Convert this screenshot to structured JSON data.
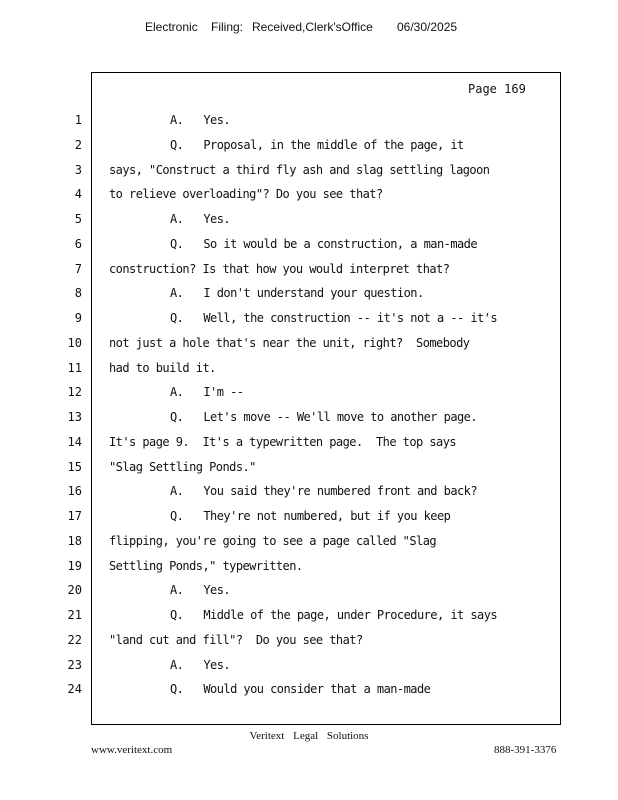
{
  "header": {
    "label_electronic": "Electronic",
    "label_filing": "Filing:",
    "received": "Received,Clerk'sOffice",
    "date": "06/30/2025"
  },
  "page_label": "Page 169",
  "lines": [
    {
      "num": "1",
      "text": "A.   Yes.",
      "indent": true
    },
    {
      "num": "2",
      "text": "Q.   Proposal, in the middle of the page, it",
      "indent": true
    },
    {
      "num": "3",
      "text": "says, \"Construct a third fly ash and slag settling lagoon",
      "indent": false
    },
    {
      "num": "4",
      "text": "to relieve overloading\"? Do you see that?",
      "indent": false
    },
    {
      "num": "5",
      "text": "A.   Yes.",
      "indent": true
    },
    {
      "num": "6",
      "text": "Q.   So it would be a construction, a man-made",
      "indent": true
    },
    {
      "num": "7",
      "text": "construction? Is that how you would interpret that?",
      "indent": false
    },
    {
      "num": "8",
      "text": "A.   I don't understand your question.",
      "indent": true
    },
    {
      "num": "9",
      "text": "Q.   Well, the construction -- it's not a -- it's",
      "indent": true
    },
    {
      "num": "10",
      "text": "not just a hole that's near the unit, right?  Somebody",
      "indent": false
    },
    {
      "num": "11",
      "text": "had to build it.",
      "indent": false
    },
    {
      "num": "12",
      "text": "A.   I'm --",
      "indent": true
    },
    {
      "num": "13",
      "text": "Q.   Let's move -- We'll move to another page.",
      "indent": true
    },
    {
      "num": "14",
      "text": "It's page 9.  It's a typewritten page.  The top says",
      "indent": false
    },
    {
      "num": "15",
      "text": "\"Slag Settling Ponds.\"",
      "indent": false
    },
    {
      "num": "16",
      "text": "A.   You said they're numbered front and back?",
      "indent": true
    },
    {
      "num": "17",
      "text": "Q.   They're not numbered, but if you keep",
      "indent": true
    },
    {
      "num": "18",
      "text": "flipping, you're going to see a page called \"Slag",
      "indent": false
    },
    {
      "num": "19",
      "text": "Settling Ponds,\" typewritten.",
      "indent": false
    },
    {
      "num": "20",
      "text": "A.   Yes.",
      "indent": true
    },
    {
      "num": "21",
      "text": "Q.   Middle of the page, under Procedure, it says",
      "indent": true
    },
    {
      "num": "22",
      "text": "\"land cut and fill\"?  Do you see that?",
      "indent": false
    },
    {
      "num": "23",
      "text": "A.   Yes.",
      "indent": true
    },
    {
      "num": "24",
      "text": "Q.   Would you consider that a man-made",
      "indent": true
    }
  ],
  "footer": {
    "company": "Veritext Legal Solutions",
    "website": "www.veritext.com",
    "phone": "888-391-3376"
  }
}
